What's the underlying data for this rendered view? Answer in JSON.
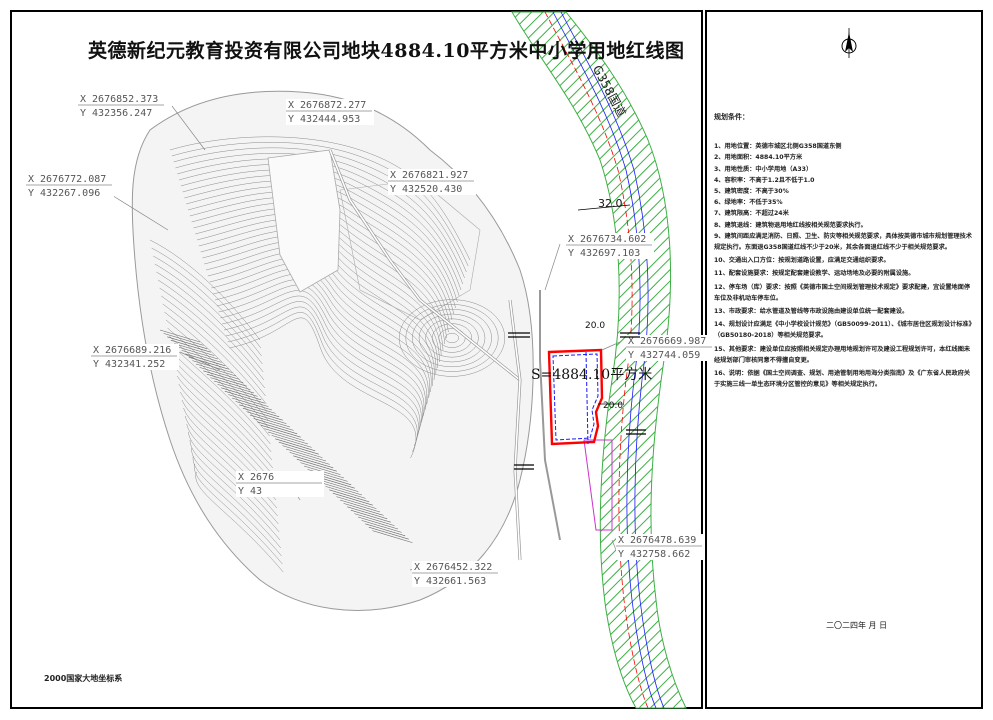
{
  "title": "英德新纪元教育投资有限公司地块4884.10平方米中小学用地红线图",
  "area_label": "S=4884.10平方米",
  "road_label": "G358国道",
  "road_width_label": "32.0",
  "setback_labels": [
    "20.0",
    "20.0"
  ],
  "coordinates": [
    {
      "x": "X 2676852.373",
      "y": "Y 432356.247"
    },
    {
      "x": "X 2676872.277",
      "y": "Y 432444.953"
    },
    {
      "x": "X 2676772.087",
      "y": "Y 432267.096"
    },
    {
      "x": "X 2676821.927",
      "y": "Y 432520.430"
    },
    {
      "x": "X 2676734.602",
      "y": "Y 432697.103"
    },
    {
      "x": "X 2676689.216",
      "y": "Y 432341.252"
    },
    {
      "x": "X 2676669.987",
      "y": "Y 432744.059"
    },
    {
      "x": "X 2676",
      "y": "Y 43"
    },
    {
      "x": "X 2676478.639",
      "y": "Y 432758.662"
    },
    {
      "x": "X 2676452.322",
      "y": "Y 432661.563"
    }
  ],
  "coordinate_system": "2000国家大地坐标系",
  "notes": {
    "heading": "规划条件：",
    "items": [
      "1、用地位置：英德市城区北侧G358国道东侧",
      "2、用地面积：4884.10平方米",
      "3、用地性质：中小学用地（A33）",
      "4、容积率：不高于1.2且不低于1.0",
      "5、建筑密度：不高于30%",
      "6、绿地率：不低于35%",
      "7、建筑限高：不超过24米",
      "8、建筑退线：建筑物退用地红线按相关规范要求执行。",
      "9、建筑间距应满足消防、日照、卫生、防灾等相关规范要求，具体按英德市城市规划管理技术规定执行。东面退G358国道红线不少于20米，其余各面退红线不少于相关规范要求。",
      "10、交通出入口方位：按规划道路设置，应满足交通组织要求。",
      "11、配套设施要求：按规定配套建设教学、运动场地及必要的附属设施。",
      "12、停车场（库）要求：按照《英德市国土空间规划管理技术规定》要求配建，宜设置地面停车位及非机动车停车位。",
      "13、市政要求：给水管道及管线等市政设施由建设单位统一配套建设。",
      "14、规划设计应满足《中小学校设计规范》（GB50099-2011）、《城市居住区规划设计标准》（GB50180-2018）等相关规范要求。",
      "15、其他要求：建设单位应按照相关规定办理用地规划许可及建设工程规划许可，本红线图未经规划部门审核同意不得擅自变更。",
      "16、说明：依据《国土空间调查、规划、用途管制用地用海分类指南》及《广东省人民政府关于实施三线一单生态环境分区管控的意见》等相关规定执行。"
    ]
  },
  "date": "二〇二四年 月 日",
  "colors": {
    "red_line": "#ff0000",
    "blue_line": "#1a1aff",
    "green_hatch": "#3cb043",
    "magenta": "#cc33cc",
    "terrain": "#777777",
    "frame": "#000000"
  }
}
